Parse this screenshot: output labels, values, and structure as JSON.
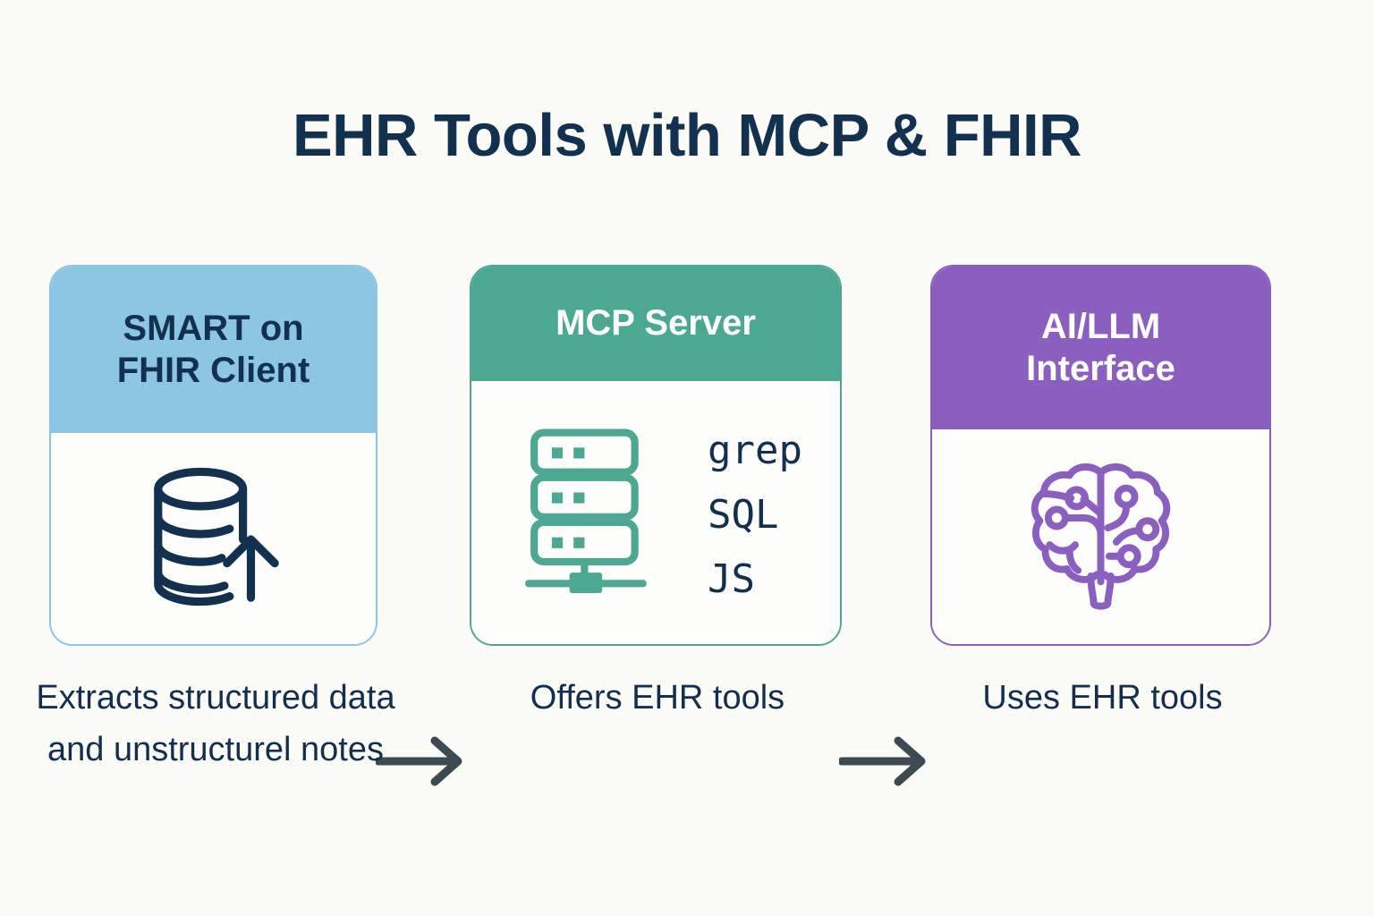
{
  "title": "EHR Tools with MCP & FHIR",
  "background_color": "#fbfbf8",
  "title_color": "#123050",
  "arrow_color": "#3e4a52",
  "cards": [
    {
      "id": "smart-on-fhir-client",
      "header_line_1": "SMART on",
      "header_line_2": "FHIR Client",
      "header_color": "#8cc6e4",
      "header_text_color": "#123050",
      "icon": "database-upload-icon",
      "icon_color": "#123050",
      "caption": "Extracts structured data and unstructurel notes"
    },
    {
      "id": "mcp-server",
      "header_line_1": "MCP Server",
      "header_line_2": "",
      "header_color": "#4ca893",
      "header_text_color": "#ffffff",
      "icon": "server-rack-icon",
      "icon_color": "#4ca893",
      "tools": [
        "grep",
        "SQL",
        "JS"
      ],
      "tools_color": "#122f4d",
      "caption": "Offers EHR tools"
    },
    {
      "id": "ai-llm-interface",
      "header_line_1": "AI/LLM",
      "header_line_2": "Interface",
      "header_color": "#8a5fc0",
      "header_text_color": "#ffffff",
      "icon": "brain-circuit-icon",
      "icon_color": "#8a5fc0",
      "caption": "Uses EHR tools"
    }
  ],
  "arrows": [
    {
      "id": "arrow-client-to-server",
      "from": "smart-on-fhir-client",
      "to": "mcp-server"
    },
    {
      "id": "arrow-server-to-ai",
      "from": "mcp-server",
      "to": "ai-llm-interface"
    }
  ]
}
